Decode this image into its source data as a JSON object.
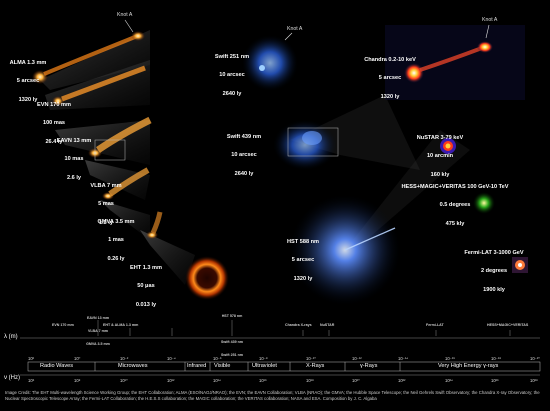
{
  "knot_label": "Knot A",
  "panels": {
    "alma": {
      "name": "ALMA 1.3 mm",
      "res": "5 arcsec",
      "size": "1320 ly"
    },
    "evn": {
      "name": "EVN 170 mm",
      "res": "100 mas",
      "size": "26.4 ly"
    },
    "eavn": {
      "name": "EAVN 13 mm",
      "res": "10 mas",
      "size": "2.6 ly"
    },
    "vlba": {
      "name": "VLBA 7 mm",
      "res": "5 mas",
      "size": "1.3 ly"
    },
    "gmva": {
      "name": "GMVA 3.5 mm",
      "res": "1 mas",
      "size": "0.26 ly"
    },
    "eht": {
      "name": "EHT 1.3 mm",
      "res": "50 μas",
      "size": "0.013 ly"
    },
    "swift251": {
      "name": "Swift 251 nm",
      "res": "10 arcsec",
      "size": "2640 ly"
    },
    "swift439": {
      "name": "Swift 439 nm",
      "res": "10 arcsec",
      "size": "2640 ly"
    },
    "hst": {
      "name": "HST 588 nm",
      "res": "5 arcsec",
      "size": "1320 ly"
    },
    "chandra": {
      "name": "Chandra 0.2-10 keV",
      "res": "5 arcsec",
      "size": "1320 ly"
    },
    "nustar": {
      "name": "NuSTAR 3-79 keV",
      "res": "10 arcmin",
      "size": "160 kly"
    },
    "hess": {
      "name": "HESS+MAGIC+VERITAS 100 GeV-10 TeV",
      "res": "0.5 degrees",
      "size": "475 kly"
    },
    "fermi": {
      "name": "Fermi-LAT 3-1000 GeV",
      "res": "2 degrees",
      "size": "1900 kly"
    }
  },
  "spectrum": {
    "lambda_title": "λ (m)",
    "nu_title": "ν (Hz)",
    "lambda_ticks": [
      "10²",
      "10⁰",
      "10⁻²",
      "10⁻⁴",
      "10⁻⁶",
      "10⁻⁸",
      "10⁻¹⁰",
      "10⁻¹²",
      "10⁻¹⁴",
      "10⁻¹⁶",
      "10⁻¹⁸",
      "10⁻²⁰"
    ],
    "nu_ticks": [
      "10⁶",
      "10⁸",
      "10¹⁰",
      "10¹²",
      "10¹⁴",
      "10¹⁶",
      "10¹⁸",
      "10²⁰",
      "10²²",
      "10²⁴",
      "10²⁶",
      "10²⁸"
    ],
    "bands": [
      "Radio Waves",
      "Microwaves",
      "Infrared",
      "Visible",
      "Ultraviolet",
      "X-Rays",
      "γ-Rays",
      "Very High Energy γ-rays"
    ],
    "instruments": {
      "eavn": "EAVN 13 mm",
      "vlba": "VLBA 7 mm",
      "gmva": "GMVA 3.5 mm",
      "evn": "EVN 170 mm",
      "eht_alma": "EHT & ALMA 1.3 mm",
      "hst": "HST 578 nm",
      "swift439": "Swift 439 nm",
      "swift251": "Swift 251 nm",
      "chandra": "Chandra X-rays",
      "nustar": "NuSTAR",
      "fermi": "Fermi-LAT",
      "hess": "HESS+MAGIC+VERITAS"
    }
  },
  "credit": "Image Credit: The EHT Multi-wavelength Science Working Group; the EHT Collaboration; ALMA (ESO/NAOJ/NRAO); the EVN; the EAVN Collaboration; VLBA (NRAO); the GMVA; the Hubble Space Telescope; the Neil Gehrels Swift Observatory; the Chandra X-ray Observatory; the Nuclear Spectroscopic Telescope Array; the Fermi-LAT Collaboration; the H.E.S.S collaboration; the MAGIC collaboration; the VERITAS collaboration; NASA and ESA. Composition by J. C. Algaba"
}
